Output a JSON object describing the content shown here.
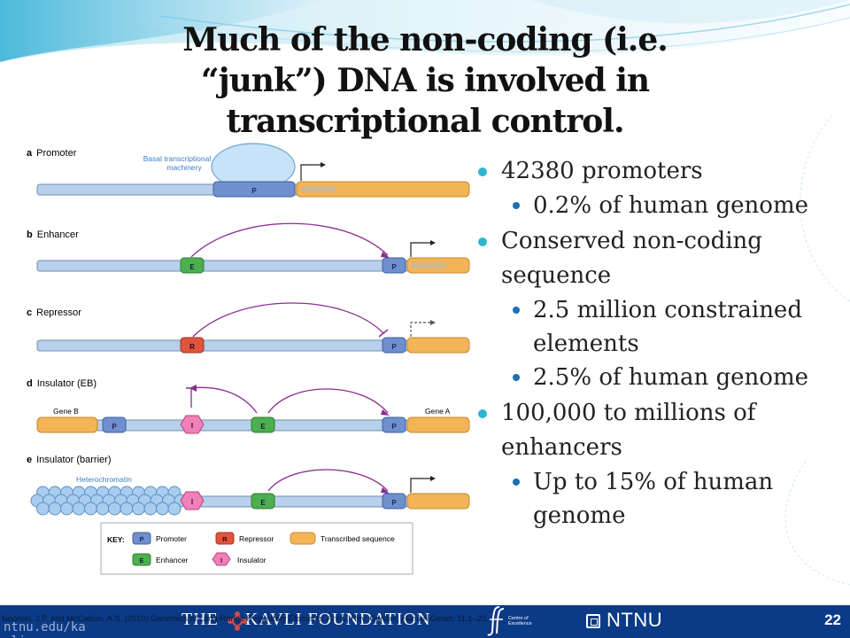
{
  "title": {
    "line1": "Much of the non-coding (i.e.",
    "line2": "“junk”) DNA is involved in",
    "line3": "transcriptional control."
  },
  "bullets": [
    {
      "level": 1,
      "text": "42380 promoters"
    },
    {
      "level": 2,
      "text": "0.2% of human genome"
    },
    {
      "level": 1,
      "text": "Conserved non-coding sequence"
    },
    {
      "level": 2,
      "text": "2.5 million constrained elements"
    },
    {
      "level": 2,
      "text": "2.5% of human genome"
    },
    {
      "level": 1,
      "text": "100,000 to millions of enhancers"
    },
    {
      "level": 2,
      "text": "Up to 15% of human genome"
    }
  ],
  "figure": {
    "panels": [
      {
        "letter": "a",
        "label": "Promoter"
      },
      {
        "letter": "b",
        "label": "Enhancer"
      },
      {
        "letter": "c",
        "label": "Repressor"
      },
      {
        "letter": "d",
        "label": "Insulator (EB)"
      },
      {
        "letter": "e",
        "label": "Insulator (barrier)"
      }
    ],
    "basal_line1": "Basal transcriptional",
    "basal_line2": "machinery",
    "gene_b": "Gene B",
    "gene_a": "Gene A",
    "heterochromatin": "Heterochromatin",
    "element_letters": {
      "promoter": "P",
      "enhancer": "E",
      "repressor": "R",
      "insulator": "I"
    },
    "key": {
      "label": "KEY:",
      "promoter": "Promoter",
      "repressor": "Repressor",
      "transcribed": "Transcribed sequence",
      "enhancer": "Enhancer",
      "insulator": "Insulator"
    }
  },
  "footer": {
    "citation": "Noonan, J.P. and McCallion, A.S. (2010) Genomics of Long-Range Regulatory Elements. Annu. Rev. Genom. Human Genet. 11,1–23.",
    "watermark_line1": "ntnu.edu/ka",
    "watermark_line2": "vli",
    "kavli": "THE     KAVLI FOUNDATION",
    "cofe_line1": "Centre of",
    "cofe_line2": "Excellence",
    "ntnu": "NTNU",
    "page_number": "22"
  },
  "colors": {
    "footer_bar": "#0b3a86",
    "bullet_l1": "#2fb6cf",
    "bullet_l2": "#1d6fb8",
    "dna_strand": "#b8d0ea",
    "promoter": "#6f8fcf",
    "enhancer": "#4caf50",
    "repressor": "#e0533f",
    "insulator": "#f080b8",
    "transcribed": "#f2b456",
    "arc": "#8a2b8f"
  }
}
